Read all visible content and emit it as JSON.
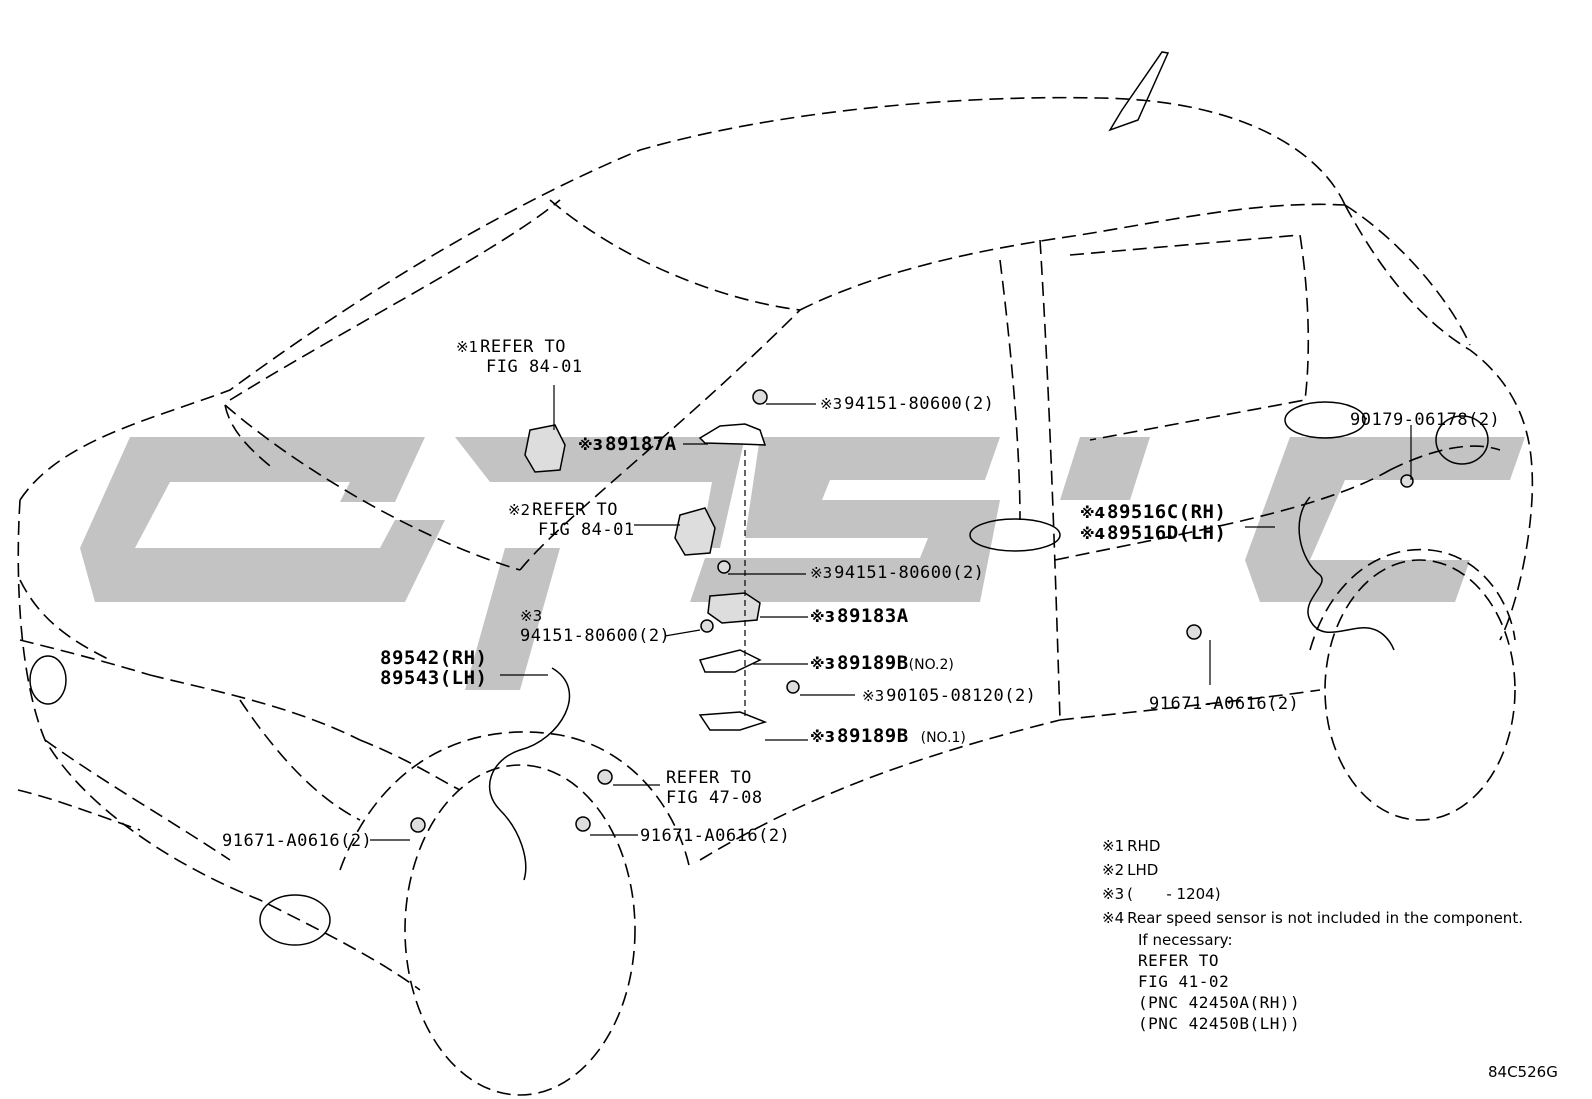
{
  "diagram_code": "84C526G",
  "watermark": "GPS",
  "callouts": {
    "refer_84_01_rhd": {
      "mark": "※1",
      "line1": "REFER TO",
      "line2": "FIG 84-01"
    },
    "refer_84_01_lhd": {
      "mark": "※2",
      "line1": "REFER TO",
      "line2": "FIG 84-01"
    },
    "refer_47_08": {
      "line1": "REFER TO",
      "line2": "FIG 47-08"
    },
    "nut_top": {
      "mark": "※3",
      "text": "94151-80600(2)"
    },
    "nut_mid": {
      "mark": "※3",
      "text": "94151-80600(2)"
    },
    "nut_left": {
      "mark": "※3",
      "text": "94151-80600(2)"
    },
    "bracket_a": {
      "mark": "※3",
      "text": "89187A"
    },
    "computer_a": {
      "mark": "※3",
      "text": "89183A"
    },
    "bracket_b2": {
      "mark": "※3",
      "text": "89189B",
      "suffix": "(NO.2)"
    },
    "bolt_90105": {
      "mark": "※3",
      "text": "90105-08120(2)"
    },
    "bracket_b1": {
      "mark": "※3",
      "text": "89189B",
      "suffix": "(NO.1)"
    },
    "front_sensor_rh": "89542(RH)",
    "front_sensor_lh": "89543(LH)",
    "bolt_front_left": "91671-A0616(2)",
    "bolt_front_right": "91671-A0616(2)",
    "bolt_rear": "91671-A0616(2)",
    "rear_sensor_rh": {
      "mark": "※4",
      "text": "89516C(RH)"
    },
    "rear_sensor_lh": {
      "mark": "※4",
      "text": "89516D(LH)"
    },
    "clip_rear": "90179-06178(2)"
  },
  "notes": {
    "n1_mark": "※1",
    "n1_text": "RHD",
    "n2_mark": "※2",
    "n2_text": "LHD",
    "n3_mark": "※3",
    "n3_text": "(       - 1204)",
    "n4_mark": "※4",
    "n4_text": "Rear speed sensor is not included in the component.",
    "n4_line2": "If necessary:",
    "n4_line3": "REFER TO",
    "n4_line4": "FIG 41-02",
    "n4_line5": "(PNC 42450A(RH))",
    "n4_line6": "(PNC 42450B(LH))"
  },
  "colors": {
    "ink": "#000000",
    "watermark": "#c3c3c3",
    "background": "#ffffff"
  }
}
